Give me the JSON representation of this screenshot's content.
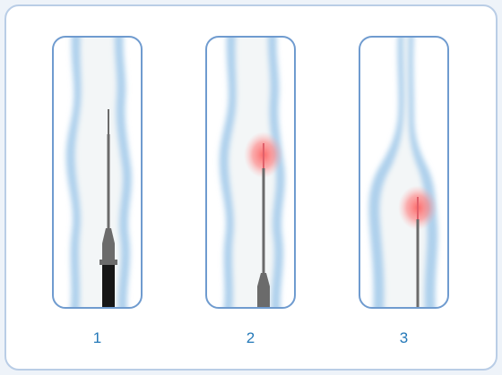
{
  "figure": {
    "steps": [
      {
        "label": "1",
        "glow": false,
        "catheter": "full"
      },
      {
        "label": "2",
        "glow": true,
        "catheter": "retracted"
      },
      {
        "label": "3",
        "glow": true,
        "catheter": "fiber-only"
      }
    ]
  },
  "colors": {
    "frame_border": "#b9cde6",
    "vessel_wall": "#aed0ec",
    "vessel_lumen": "#f3f6f7",
    "panel_border": "#6f9bcf",
    "fiber": "#6b6b6b",
    "sheath": "#161616",
    "fiber_tip": "#e0606a",
    "glow": "#ff5a5a",
    "label": "#2378b8"
  }
}
